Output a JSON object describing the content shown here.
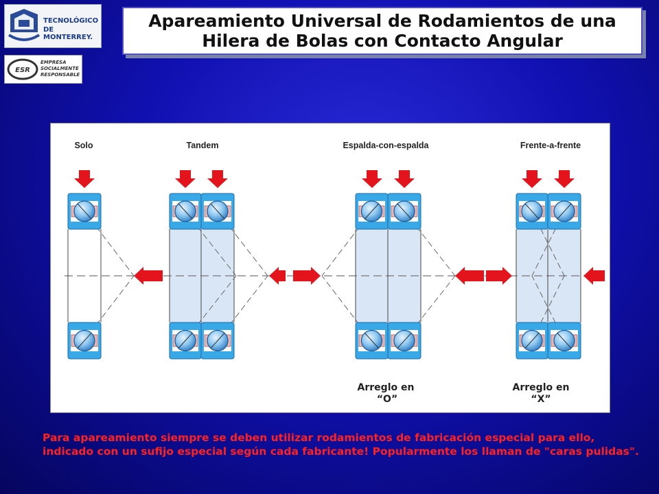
{
  "header": {
    "title_line1": "Apareamiento Universal de Rodamientos de una",
    "title_line2": "Hilera de Bolas con Contacto Angular"
  },
  "logos": {
    "tec": {
      "line1": "TECNOLÓGICO",
      "line2": "DE MONTERREY."
    },
    "esr": {
      "mark": "ESR",
      "line1": "EMPRESA",
      "line2": "SOCIALMENTE",
      "line3": "RESPONSABLE"
    }
  },
  "diagram": {
    "labels": {
      "solo": "Solo",
      "tandem": "Tandem",
      "espalda": "Espalda-con-espalda",
      "frente": "Frente-a-frente"
    },
    "caption_o": {
      "line1": "Arreglo en",
      "line2": "“O”"
    },
    "caption_x": {
      "line1": "Arreglo en",
      "line2": "“X”"
    }
  },
  "note": {
    "text": "Para apareamiento siempre se deben utilizar rodamientos de fabricación especial para ello, indicado con un sufijo especial según cada fabricante! Popularmente los llaman de \"caras pulidas\"."
  },
  "colors": {
    "background": "#1010b0",
    "arrow_red": "#e3141c",
    "bearing_blue": "#39a8e6",
    "ball_blue": "#8fc8f0",
    "cage_pink": "#e8b8b8",
    "fill_light": "#d9e6f5",
    "note_red": "#ff2020"
  },
  "icons": {
    "load_arrow": "red-arrow-down-icon",
    "axial_arrow": "red-arrow-horizontal-icon",
    "ball": "ball-icon"
  }
}
